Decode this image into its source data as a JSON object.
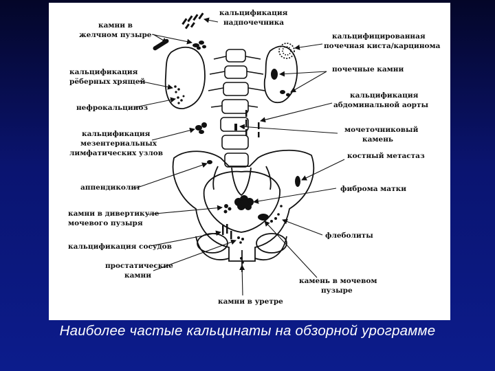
{
  "labels": {
    "gallstones": [
      "камни в",
      "желчном пузыре"
    ],
    "adrenal_calcification": [
      "кальцификация",
      "надпочечника"
    ],
    "calcified_renal_cyst": [
      "кальцифицированная",
      "почечная киста/карцинома"
    ],
    "renal_stones": [
      "почечные камни"
    ],
    "costal_cartilage": [
      "кальцификация",
      "рёберных хрящей"
    ],
    "aortic_calcification": [
      "кальцификация",
      "абдоминальной аорты"
    ],
    "nephrocalcinosis": [
      "нефрокальциноз"
    ],
    "ureteral_stone": [
      "мочеточниковый",
      "камень"
    ],
    "mesenteric_nodes": [
      "кальцификация",
      "мезентериальных",
      "лимфатических узлов"
    ],
    "bone_metastasis": [
      "костный метастаз"
    ],
    "appendicolith": [
      "аппендиколит"
    ],
    "uterine_fibroma": [
      "фиброма матки"
    ],
    "diverticulum_stones": [
      "камни в дивертикуле",
      "мочевого пузыря"
    ],
    "phleboliths": [
      "флеболиты"
    ],
    "vascular_calcification": [
      "кальцификация сосудов"
    ],
    "prostatic_stones": [
      "простатические",
      "камни"
    ],
    "bladder_stone": [
      "камень в мочевом",
      "пузыре"
    ],
    "urethral_stones": [
      "камни в уретре"
    ]
  },
  "caption": "Наиболее частые кальцинаты на обзорной урограмме",
  "colors": {
    "background": "#0a1470",
    "panel": "#ffffff",
    "ink": "#111111",
    "caption": "#ffffff"
  }
}
